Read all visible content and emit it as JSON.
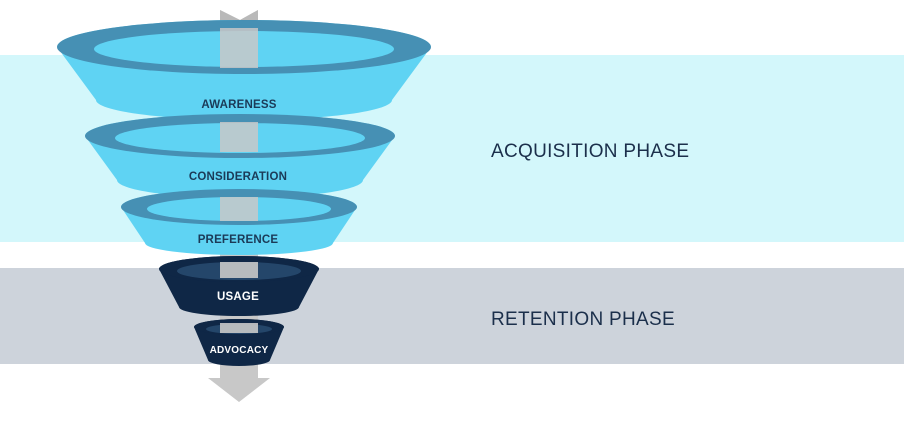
{
  "phases": {
    "acquisition": "ACQUISITION PHASE",
    "retention": "RETENTION PHASE"
  },
  "stages": [
    {
      "label": "AWARENESS",
      "phase": "acquisition"
    },
    {
      "label": "CONSIDERATION",
      "phase": "acquisition"
    },
    {
      "label": "PREFERENCE",
      "phase": "acquisition"
    },
    {
      "label": "USAGE",
      "phase": "retention"
    },
    {
      "label": "ADVOCACY",
      "phase": "retention"
    }
  ],
  "colors": {
    "acquisition_band": "#d3f7fb",
    "retention_band": "#cdd3db",
    "light_ring": "#5fd3f3",
    "light_inner": "#4690b4",
    "dark_ring": "#0f2746",
    "dark_inner": "#24466a",
    "arrow": "#c8c8c8",
    "phase_text": "#1b2f4b"
  }
}
